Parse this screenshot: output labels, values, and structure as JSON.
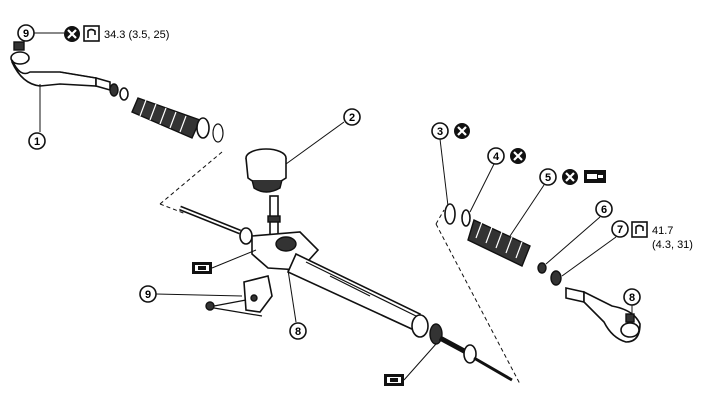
{
  "callouts": {
    "c1": "1",
    "c2": "2",
    "c3": "3",
    "c4": "4",
    "c5": "5",
    "c6": "6",
    "c7": "7",
    "c8": "8",
    "c9a": "9",
    "c9b": "9",
    "c8b": "8"
  },
  "torque_specs": {
    "tie_rod_nut": "34.3 (3.5, 25)",
    "locknut_line1": "41.7",
    "locknut_line2": "(4.3, 31)"
  },
  "icons": {
    "replace": "do-not-reuse-icon",
    "torque": "torque-wrench-icon",
    "grease": "grease-icon",
    "lock_sealant": "locking-sealant-icon"
  }
}
